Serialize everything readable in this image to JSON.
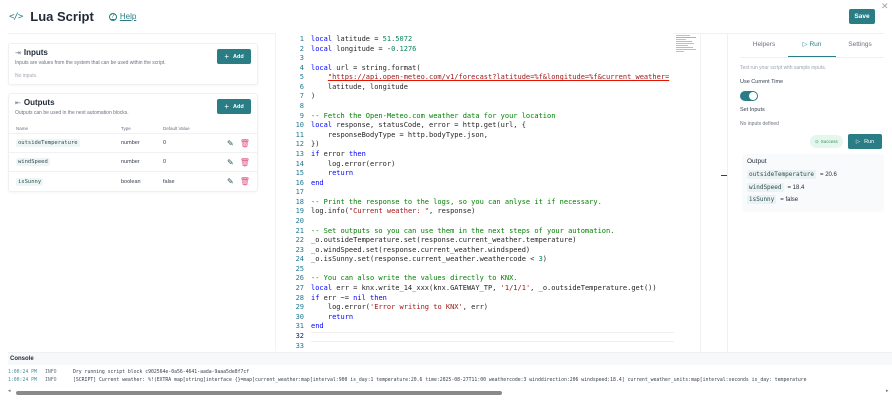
{
  "header": {
    "icon": "code-icon",
    "title": "Lua Script",
    "help_label": "Help",
    "save_label": "Save",
    "close_glyph": "✕"
  },
  "inputs": {
    "title": "Inputs",
    "description": "Inputs are values from the system that can be used within the script.",
    "empty_text": "No inputs.",
    "add_label": "Add"
  },
  "outputs": {
    "title": "Outputs",
    "description": "Outputs can be used in the next automation blocks.",
    "add_label": "Add",
    "columns": [
      "Name",
      "Type",
      "Default Value"
    ],
    "rows": [
      {
        "name": "outsideTemperature",
        "type": "number",
        "default": "0"
      },
      {
        "name": "windSpeed",
        "type": "number",
        "default": "0"
      },
      {
        "name": "isSunny",
        "type": "boolean",
        "default": "false"
      }
    ]
  },
  "editor": {
    "line_numbers": [
      "1",
      "2",
      "3",
      "4",
      "5",
      "6",
      "7",
      "8",
      "9",
      "10",
      "11",
      "12",
      "13",
      "14",
      "15",
      "16",
      "17",
      "18",
      "19",
      "20",
      "21",
      "22",
      "23",
      "24",
      "25",
      "26",
      "27",
      "28",
      "29",
      "30",
      "31",
      "32",
      "33"
    ],
    "active_line": 32,
    "lines": [
      "local latitude = 51.5072",
      "local longitude = -0.1276",
      "",
      "local url = string.format(",
      "    \"https://api.open-meteo.com/v1/forecast?latitude=%f&longitude=%f&current_weather=",
      "    latitude, longitude",
      ")",
      "",
      "-- Fetch the Open-Meteo.com weather data for your location",
      "local response, statusCode, error = http.get(url, {",
      "    responseBodyType = http.bodyType.json,",
      "})",
      "if error then",
      "    log.error(error)",
      "    return",
      "end",
      "",
      "-- Print the response to the logs, so you can anlyse it if necessary.",
      "log.info(\"Current weather: \", response)",
      "",
      "-- Set outputs so you can use them in the next steps of your automation.",
      "_o.outsideTemperature.set(response.current_weather.temperature)",
      "_o.windSpeed.set(response.current_weather.windspeed)",
      "_o.isSunny.set(response.current_weather.weathercode < 3)",
      "",
      "-- You can also write the values directly to KNX.",
      "local err = knx.write_14_xxx(knx.GATEWAY_TP, '1/1/1', _o.outsideTemperature.get())",
      "if err ~= nil then",
      "    log.error('Error writing to KNX', err)",
      "    return",
      "end",
      "",
      ""
    ]
  },
  "right_panel": {
    "tabs": [
      {
        "label": "Helpers",
        "active": false
      },
      {
        "label": "Run",
        "active": true
      },
      {
        "label": "Settings",
        "active": false
      }
    ],
    "description": "Test run your script with sample inputs.",
    "use_current_time_label": "Use Current Time",
    "use_current_time_on": true,
    "set_inputs_label": "Set Inputs",
    "no_inputs_text": "No inputs defined",
    "status_badge": "Success",
    "run_label": "Run",
    "output": {
      "title": "Output",
      "rows": [
        {
          "name": "outsideTemperature",
          "value": "= 20.6"
        },
        {
          "name": "windSpeed",
          "value": "= 18.4"
        },
        {
          "name": "isSunny",
          "value": "= false"
        }
      ]
    }
  },
  "console": {
    "title": "Console",
    "logs": [
      {
        "time": "1:00:24 PM",
        "level": "INFO",
        "message": "Dry running script block c902564e-0a56-4641-aada-9aaa5de8f7cf"
      },
      {
        "time": "1:00:24 PM",
        "level": "INFO",
        "message": "[SCRIPT] Current weather: %!(EXTRA map[string]interface {}=map[current_weather:map[interval:900 is_day:1 temperature:20.6 time:2025-08-27T11:00 weathercode:3 winddirection:206 windspeed:18.4] current_weather_units:map[interval:seconds is_day: temperature"
      }
    ]
  },
  "colors": {
    "accent": "#2a7d84",
    "danger": "#e0507a",
    "success_bg": "#e4f7ec",
    "success_text": "#3c8b5e"
  }
}
